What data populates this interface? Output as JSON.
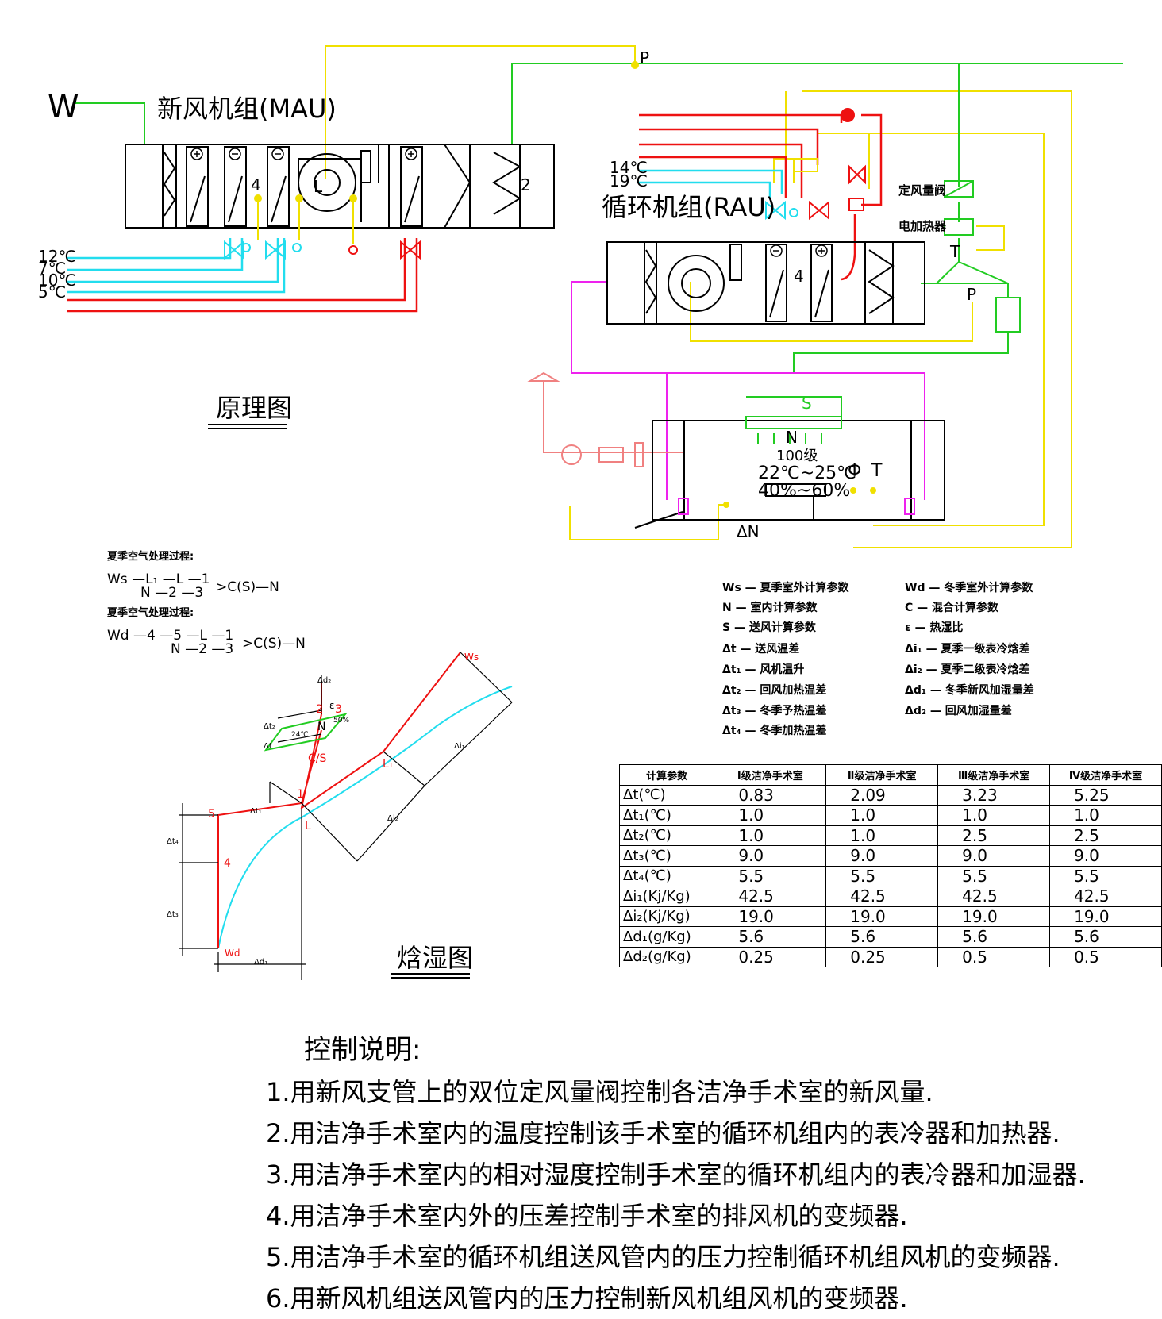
{
  "diagram": {
    "mau_label": "W",
    "mau_title": "新风机组(MAU)",
    "rau_title": "循环机组(RAU)",
    "principle_title": "原理图",
    "psychro_title": "焓湿图",
    "p_label": "P",
    "t_label": "T",
    "dn_label": "ΔN",
    "s_label": "S",
    "n_label": "N",
    "room_grade": "100级",
    "room_temp": "22℃~25℃",
    "room_rh": "40%~60%",
    "phi_label": "Φ",
    "cav_label": "定风量阀",
    "heater_label": "电加热器",
    "mau_temps": [
      "12℃",
      "7℃",
      "10℃",
      "5℃"
    ],
    "rau_temps": [
      "14℃",
      "19℃"
    ],
    "mau_sec_num_4": "4",
    "mau_sec_num_2": "2",
    "rau_sec_num_4": "4",
    "mau_fan_l": "L"
  },
  "process": {
    "summer_title": "夏季空气处理过程:",
    "summer_row1": "Ws —L₁ —L —1",
    "summer_row2": "N —2 —3",
    "summer_tail": ">C(S)—N",
    "winter_title": "夏季空气处理过程:",
    "winter_row1": "Wd —4 —5 —L —1",
    "winter_row2": "N —2 —3",
    "winter_tail": ">C(S)—N"
  },
  "legend": {
    "left": [
      "Ws — 夏季室外计算参数",
      "N — 室内计算参数",
      "S — 送风计算参数",
      "Δt — 送风温差",
      "Δt₁ — 风机温升",
      "Δt₂ — 回风加热温差",
      "Δt₃ — 冬季予热温差",
      "Δt₄ — 冬季加热温差"
    ],
    "right": [
      "Wd — 冬季室外计算参数",
      "C — 混合计算参数",
      "ε — 热湿比",
      "Δi₁ — 夏季一级表冷焓差",
      "Δi₂ — 夏季二级表冷焓差",
      "Δd₁ — 冬季新风加湿量差",
      "Δd₂ — 回风加湿量差"
    ]
  },
  "psychro": {
    "ws": "Ws",
    "wd": "Wd",
    "l1": "L₁",
    "l": "L",
    "p1": "1",
    "p2": "2",
    "p3": "3",
    "p4": "4",
    "p5": "5",
    "n": "N",
    "cs": "C/S",
    "eps": "ε",
    "t24": "24℃",
    "rh50": "50%",
    "dt": "Δt",
    "dt1": "Δt₁",
    "dt2": "Δt₂",
    "dt3": "Δt₃",
    "dt4": "Δt₄",
    "di1": "Δi₁",
    "di2": "Δi₂",
    "dd1": "Δd₁",
    "dd2": "Δd₂"
  },
  "table": {
    "headers": [
      "计算参数",
      "Ⅰ级洁净手术室",
      "Ⅱ级洁净手术室",
      "Ⅲ级洁净手术室",
      "Ⅳ级洁净手术室"
    ],
    "rows": [
      [
        "Δt(℃)",
        "0.83",
        "2.09",
        "3.23",
        "5.25"
      ],
      [
        "Δt₁(℃)",
        "1.0",
        "1.0",
        "1.0",
        "1.0"
      ],
      [
        "Δt₂(℃)",
        "1.0",
        "1.0",
        "2.5",
        "2.5"
      ],
      [
        "Δt₃(℃)",
        "9.0",
        "9.0",
        "9.0",
        "9.0"
      ],
      [
        "Δt₄(℃)",
        "5.5",
        "5.5",
        "5.5",
        "5.5"
      ],
      [
        "Δi₁(Kj/Kg)",
        "42.5",
        "42.5",
        "42.5",
        "42.5"
      ],
      [
        "Δi₂(Kj/Kg)",
        "19.0",
        "19.0",
        "19.0",
        "19.0"
      ],
      [
        "Δd₁(g/Kg)",
        "5.6",
        "5.6",
        "5.6",
        "5.6"
      ],
      [
        "Δd₂(g/Kg)",
        "0.25",
        "0.25",
        "0.5",
        "0.5"
      ]
    ]
  },
  "control": {
    "title": "控制说明:",
    "items": [
      "1.用新风支管上的双位定风量阀控制各洁净手术室的新风量.",
      "2.用洁净手术室内的温度控制该手术室的循环机组内的表冷器和加热器.",
      "3.用洁净手术室内的相对湿度控制手术室的循环机组内的表冷器和加湿器.",
      "4.用洁净手术室内外的压差控制手术室的排风机的变频器.",
      "5.用洁净手术室的循环机组送风管内的压力控制循环机组风机的变频器.",
      "6.用新风机组送风管内的压力控制新风机组风机的变频器."
    ]
  },
  "colors": {
    "yellow": "#f0e000",
    "green": "#22cc22",
    "red": "#ee1111",
    "cyan": "#22ddee",
    "magenta": "#ee22ee",
    "pink": "#f08080"
  }
}
